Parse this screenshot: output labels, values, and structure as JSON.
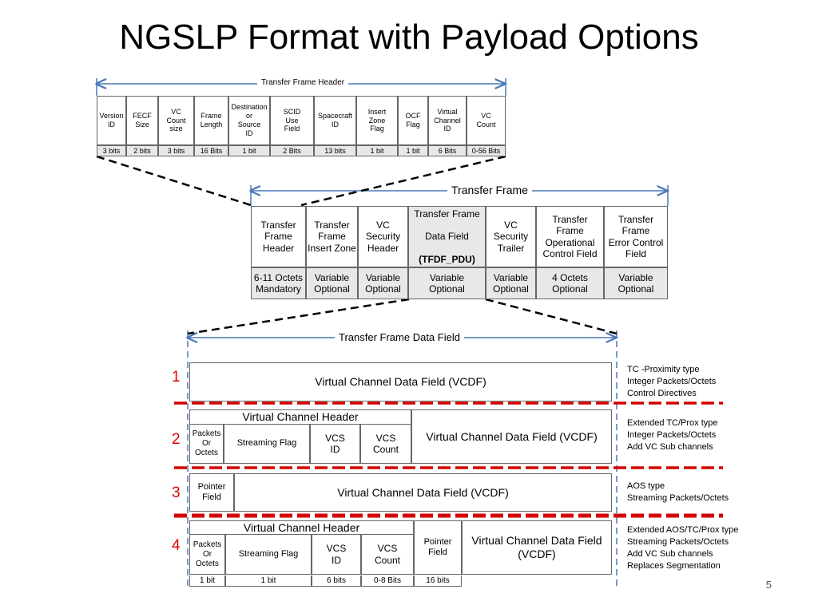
{
  "title": "NGSLP Format with Payload Options",
  "header_diagram": {
    "label": "Transfer Frame Header",
    "fields": [
      {
        "name": "Version\nID",
        "size": "3 bits"
      },
      {
        "name": "FECF\nSize",
        "size": "2 bits"
      },
      {
        "name": "VC\nCount\nsize",
        "size": "3 bits"
      },
      {
        "name": "Frame\nLength",
        "size": "16 Bits"
      },
      {
        "name": "Destination\nor\nSource\nID",
        "size": "1 bit"
      },
      {
        "name": "SCID\nUse\nField",
        "size": "2 Bits"
      },
      {
        "name": "Spacecraft\nID",
        "size": "13 bits"
      },
      {
        "name": "Insert\nZone\nFlag",
        "size": "1 bit"
      },
      {
        "name": "OCF\nFlag",
        "size": "1 bit"
      },
      {
        "name": "Virtual\nChannel\nID",
        "size": "6 Bits"
      },
      {
        "name": "VC\nCount",
        "size": "0-56 Bits"
      }
    ]
  },
  "transfer_frame": {
    "label": "Transfer Frame",
    "fields": [
      {
        "name": "Transfer\nFrame\nHeader",
        "size": "6-11 Octets\nMandatory"
      },
      {
        "name": "Transfer\nFrame\nInsert Zone",
        "size": "Variable\nOptional"
      },
      {
        "name": "VC\nSecurity\nHeader",
        "size": "Variable\nOptional"
      },
      {
        "name": "Transfer Frame\nData Field\n(TFDF_PDU)",
        "size": "Variable\nOptional"
      },
      {
        "name": "VC\nSecurity\nTrailer",
        "size": "Variable\nOptional"
      },
      {
        "name": "Transfer\nFrame\nOperational\nControl Field",
        "size": "4 Octets\nOptional"
      },
      {
        "name": "Transfer\nFrame\nError Control\nField",
        "size": "Variable\nOptional"
      }
    ]
  },
  "data_field": {
    "label": "Transfer Frame Data Field",
    "options": [
      {
        "number": "1",
        "vcdf": "Virtual Channel Data Field  (VCDF)",
        "description": "TC -Proximity type\nInteger Packets/Octets\nControl Directives"
      },
      {
        "number": "2",
        "vc_header": "Virtual Channel Header",
        "packets_or_octets": "Packets\nOr\nOctets",
        "streaming_flag": "Streaming Flag",
        "vcs_id": "VCS\nID",
        "vcs_count": "VCS\nCount",
        "vcdf": "Virtual Channel Data Field  (VCDF)",
        "description": "Extended TC/Prox type\nInteger Packets/Octets\nAdd VC Sub channels"
      },
      {
        "number": "3",
        "pointer": "Pointer\nField",
        "vcdf": "Virtual Channel Data Field  (VCDF)",
        "description": "AOS type\nStreaming Packets/Octets"
      },
      {
        "number": "4",
        "vc_header": "Virtual Channel Header",
        "packets_or_octets": "Packets\nOr\nOctets",
        "streaming_flag": "Streaming Flag",
        "vcs_id": "VCS\nID",
        "vcs_count": "VCS\nCount",
        "pointer": "Pointer\nField",
        "vcdf": "Virtual Channel Data Field\n(VCDF)",
        "description": "Extended AOS/TC/Prox type\nStreaming Packets/Octets\nAdd VC Sub channels\nReplaces Segmentation"
      }
    ],
    "bit_sizes": [
      "1 bit",
      "1 bit",
      "6 bits",
      "0-8 Bits",
      "16 bits"
    ]
  },
  "slide_number": "5",
  "colors": {
    "arrow": "#4a7ab8",
    "divider": "#d40000",
    "row_shade": "#e8e8e8"
  }
}
